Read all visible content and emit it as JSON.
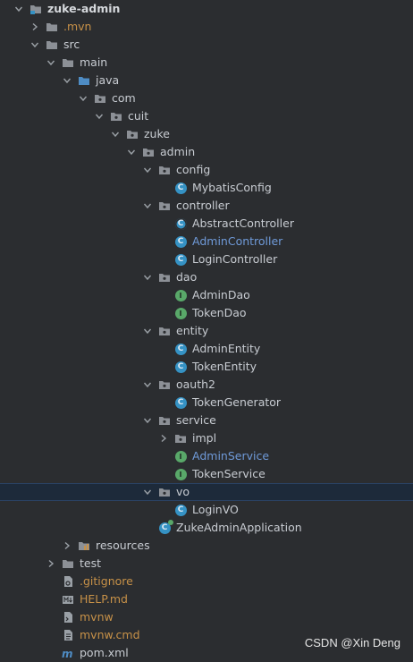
{
  "colors": {
    "background": "#2b2d30",
    "text": "#c8ccd2",
    "modified_blue": "#6f9ad9",
    "ignored_orange": "#c79148",
    "selection": "#1d2a3a",
    "class_icon": "#3592c4",
    "interface_icon": "#59a869"
  },
  "tree": [
    {
      "label": "zuke-admin",
      "level": 0,
      "arrow": "down",
      "icon": "module-folder-icon",
      "style": "bold"
    },
    {
      "label": ".mvn",
      "level": 1,
      "arrow": "right",
      "icon": "folder-icon",
      "style": "orange"
    },
    {
      "label": "src",
      "level": 1,
      "arrow": "down",
      "icon": "folder-icon",
      "style": "normal"
    },
    {
      "label": "main",
      "level": 2,
      "arrow": "down",
      "icon": "folder-icon",
      "style": "normal"
    },
    {
      "label": "java",
      "level": 3,
      "arrow": "down",
      "icon": "source-folder-icon",
      "style": "normal"
    },
    {
      "label": "com",
      "level": 4,
      "arrow": "down",
      "icon": "package-icon",
      "style": "normal"
    },
    {
      "label": "cuit",
      "level": 5,
      "arrow": "down",
      "icon": "package-icon",
      "style": "normal"
    },
    {
      "label": "zuke",
      "level": 6,
      "arrow": "down",
      "icon": "package-icon",
      "style": "normal"
    },
    {
      "label": "admin",
      "level": 7,
      "arrow": "down",
      "icon": "package-icon",
      "style": "normal"
    },
    {
      "label": "config",
      "level": 8,
      "arrow": "down",
      "icon": "package-icon",
      "style": "normal"
    },
    {
      "label": "MybatisConfig",
      "level": 9,
      "arrow": "none",
      "icon": "class-icon",
      "style": "normal"
    },
    {
      "label": "controller",
      "level": 8,
      "arrow": "down",
      "icon": "package-icon",
      "style": "normal"
    },
    {
      "label": "AbstractController",
      "level": 9,
      "arrow": "none",
      "icon": "abstract-class-icon",
      "style": "normal"
    },
    {
      "label": "AdminController",
      "level": 9,
      "arrow": "none",
      "icon": "class-icon",
      "style": "blue"
    },
    {
      "label": "LoginController",
      "level": 9,
      "arrow": "none",
      "icon": "class-icon",
      "style": "normal"
    },
    {
      "label": "dao",
      "level": 8,
      "arrow": "down",
      "icon": "package-icon",
      "style": "normal"
    },
    {
      "label": "AdminDao",
      "level": 9,
      "arrow": "none",
      "icon": "interface-icon",
      "style": "normal"
    },
    {
      "label": "TokenDao",
      "level": 9,
      "arrow": "none",
      "icon": "interface-icon",
      "style": "normal"
    },
    {
      "label": "entity",
      "level": 8,
      "arrow": "down",
      "icon": "package-icon",
      "style": "normal"
    },
    {
      "label": "AdminEntity",
      "level": 9,
      "arrow": "none",
      "icon": "class-icon",
      "style": "normal"
    },
    {
      "label": "TokenEntity",
      "level": 9,
      "arrow": "none",
      "icon": "class-icon",
      "style": "normal"
    },
    {
      "label": "oauth2",
      "level": 8,
      "arrow": "down",
      "icon": "package-icon",
      "style": "normal"
    },
    {
      "label": "TokenGenerator",
      "level": 9,
      "arrow": "none",
      "icon": "class-icon",
      "style": "normal"
    },
    {
      "label": "service",
      "level": 8,
      "arrow": "down",
      "icon": "package-icon",
      "style": "normal"
    },
    {
      "label": "impl",
      "level": 9,
      "arrow": "right",
      "icon": "package-icon",
      "style": "normal"
    },
    {
      "label": "AdminService",
      "level": 9,
      "arrow": "none",
      "icon": "interface-icon",
      "style": "blue"
    },
    {
      "label": "TokenService",
      "level": 9,
      "arrow": "none",
      "icon": "interface-icon",
      "style": "normal"
    },
    {
      "label": "vo",
      "level": 8,
      "arrow": "down",
      "icon": "package-icon",
      "style": "normal",
      "selected": true
    },
    {
      "label": "LoginVO",
      "level": 9,
      "arrow": "none",
      "icon": "class-icon",
      "style": "normal"
    },
    {
      "label": "ZukeAdminApplication",
      "level": 8,
      "arrow": "none",
      "icon": "spring-boot-class-icon",
      "style": "normal"
    },
    {
      "label": "resources",
      "level": 3,
      "arrow": "right",
      "icon": "resources-folder-icon",
      "style": "normal"
    },
    {
      "label": "test",
      "level": 2,
      "arrow": "right",
      "icon": "folder-icon",
      "style": "normal"
    },
    {
      "label": ".gitignore",
      "level": 2,
      "arrow": "none",
      "icon": "gitignore-file-icon",
      "style": "orange"
    },
    {
      "label": "HELP.md",
      "level": 2,
      "arrow": "none",
      "icon": "markdown-file-icon",
      "style": "orange"
    },
    {
      "label": "mvnw",
      "level": 2,
      "arrow": "none",
      "icon": "executable-file-icon",
      "style": "orange"
    },
    {
      "label": "mvnw.cmd",
      "level": 2,
      "arrow": "none",
      "icon": "text-file-icon",
      "style": "orange"
    },
    {
      "label": "pom.xml",
      "level": 2,
      "arrow": "none",
      "icon": "maven-file-icon",
      "style": "normal"
    }
  ],
  "watermark": "CSDN @Xin Deng"
}
